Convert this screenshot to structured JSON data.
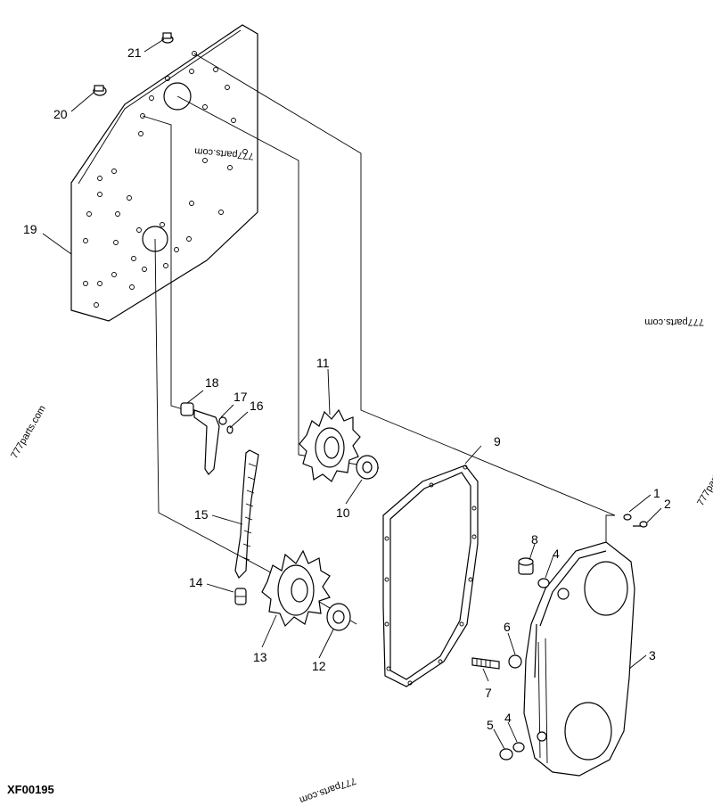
{
  "diagram_code": "XF00195",
  "watermark": "777parts.com",
  "callouts": {
    "c1": "1",
    "c2": "2",
    "c3": "3",
    "c4a": "4",
    "c4b": "4",
    "c5": "5",
    "c6": "6",
    "c7": "7",
    "c8": "8",
    "c9": "9",
    "c10": "10",
    "c11": "11",
    "c12": "12",
    "c13": "13",
    "c14": "14",
    "c15": "15",
    "c16": "16",
    "c17": "17",
    "c18": "18",
    "c19": "19",
    "c20": "20",
    "c21": "21"
  }
}
